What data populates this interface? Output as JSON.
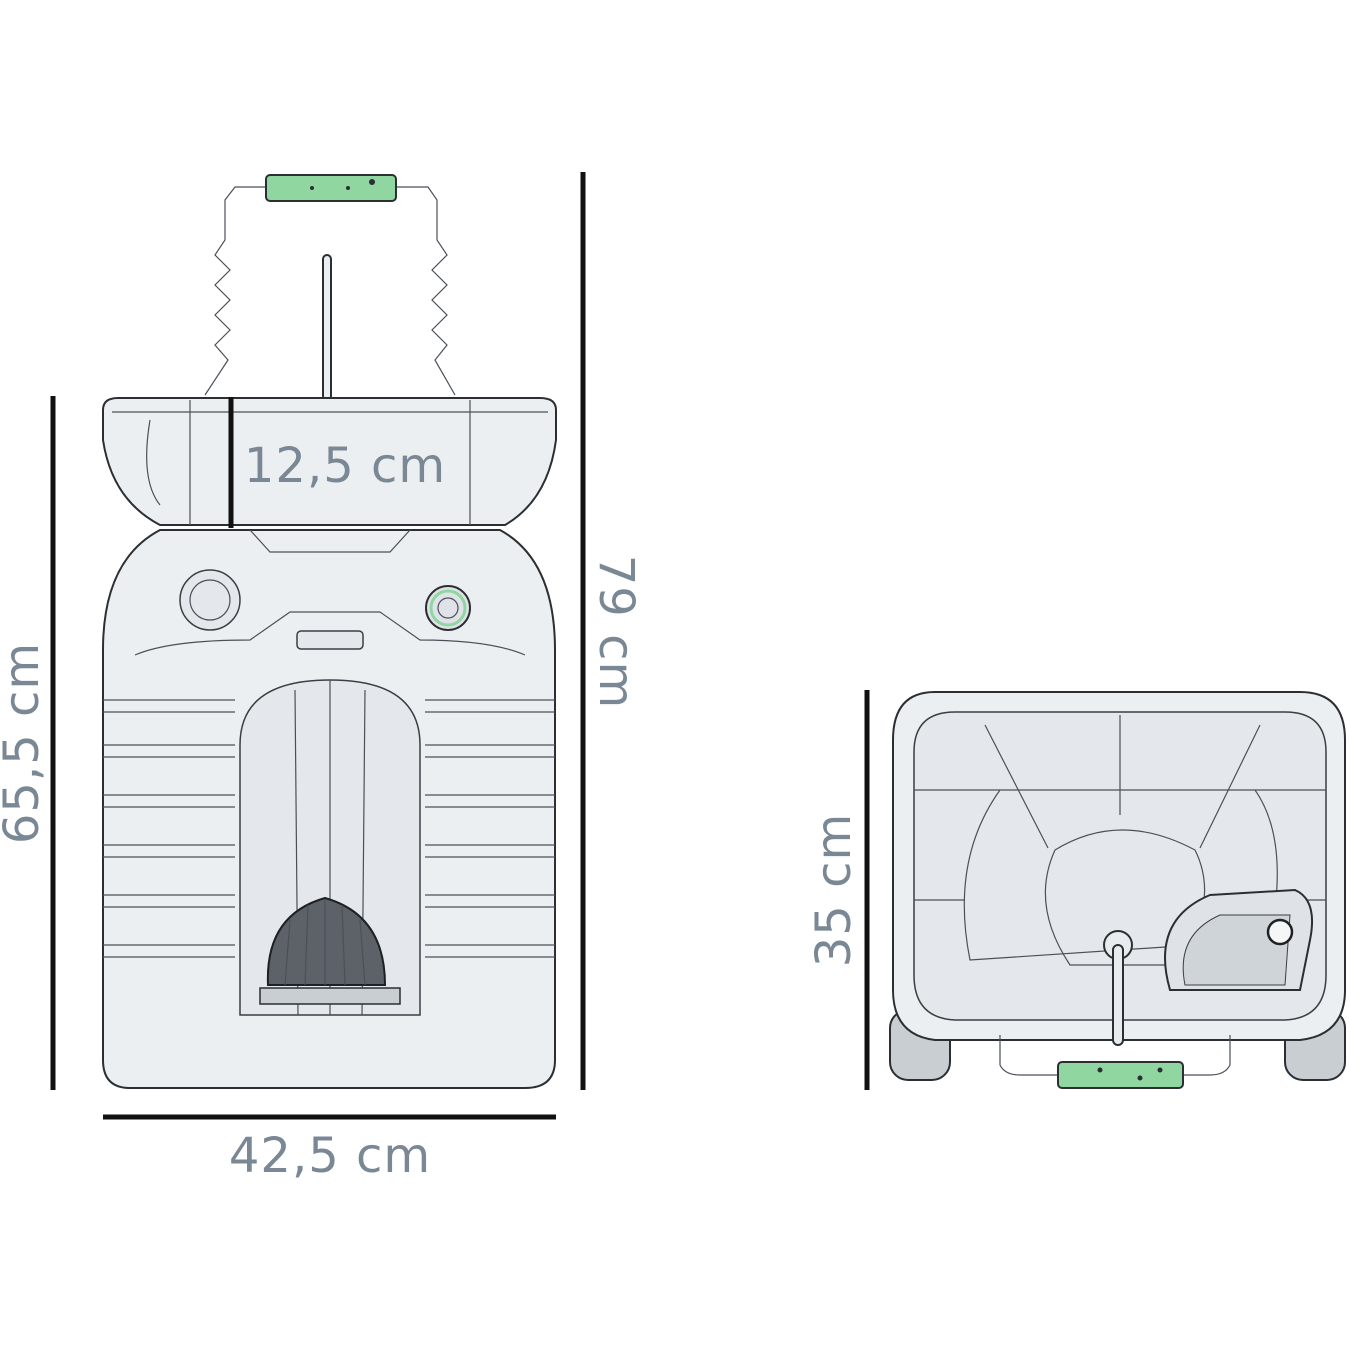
{
  "dimensions": {
    "width_label": "42,5 cm",
    "tank_height_label": "65,5 cm",
    "total_height_label": "79 cm",
    "basin_depth_label": "12,5 cm",
    "top_depth_label": "35 cm"
  },
  "colors": {
    "handle": "#8fd6a0",
    "body": "#eceff2",
    "text": "#7a8794",
    "dimension_line": "#111111"
  }
}
